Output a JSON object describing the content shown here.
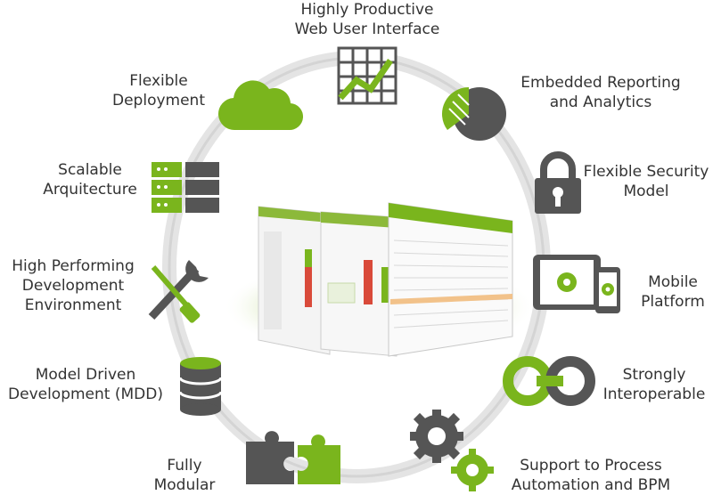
{
  "features": {
    "web_ui": [
      "Highly Productive",
      "Web User Interface"
    ],
    "reporting": [
      "Embedded Reporting",
      "and Analytics"
    ],
    "security": [
      "Flexible Security",
      "Model"
    ],
    "mobile": [
      "Mobile",
      "Platform"
    ],
    "interop": [
      "Strongly",
      "Interoperable"
    ],
    "bpm": [
      "Support to Process",
      "Automation and BPM"
    ],
    "modular": [
      "Fully",
      "Modular"
    ],
    "mdd": [
      "Model Driven",
      "Development (MDD)"
    ],
    "dev_env": [
      "High Performing",
      "Development",
      "Environment"
    ],
    "architecture": [
      "Scalable",
      "Arquitecture"
    ],
    "deployment": [
      "Flexible",
      "Deployment"
    ]
  },
  "colors": {
    "green": "#7ab51d",
    "dark_gray": "#555555",
    "ring": "#e3e3e3"
  },
  "icons": {
    "web_ui": "grid-chart-icon",
    "reporting": "pie-chart-icon",
    "security": "padlock-icon",
    "mobile": "tablet-phone-icon",
    "interop": "infinity-links-icon",
    "bpm": "gears-icon",
    "modular": "puzzle-icon",
    "mdd": "database-icon",
    "dev_env": "tools-icon",
    "architecture": "server-rack-icon",
    "deployment": "cloud-icon"
  }
}
